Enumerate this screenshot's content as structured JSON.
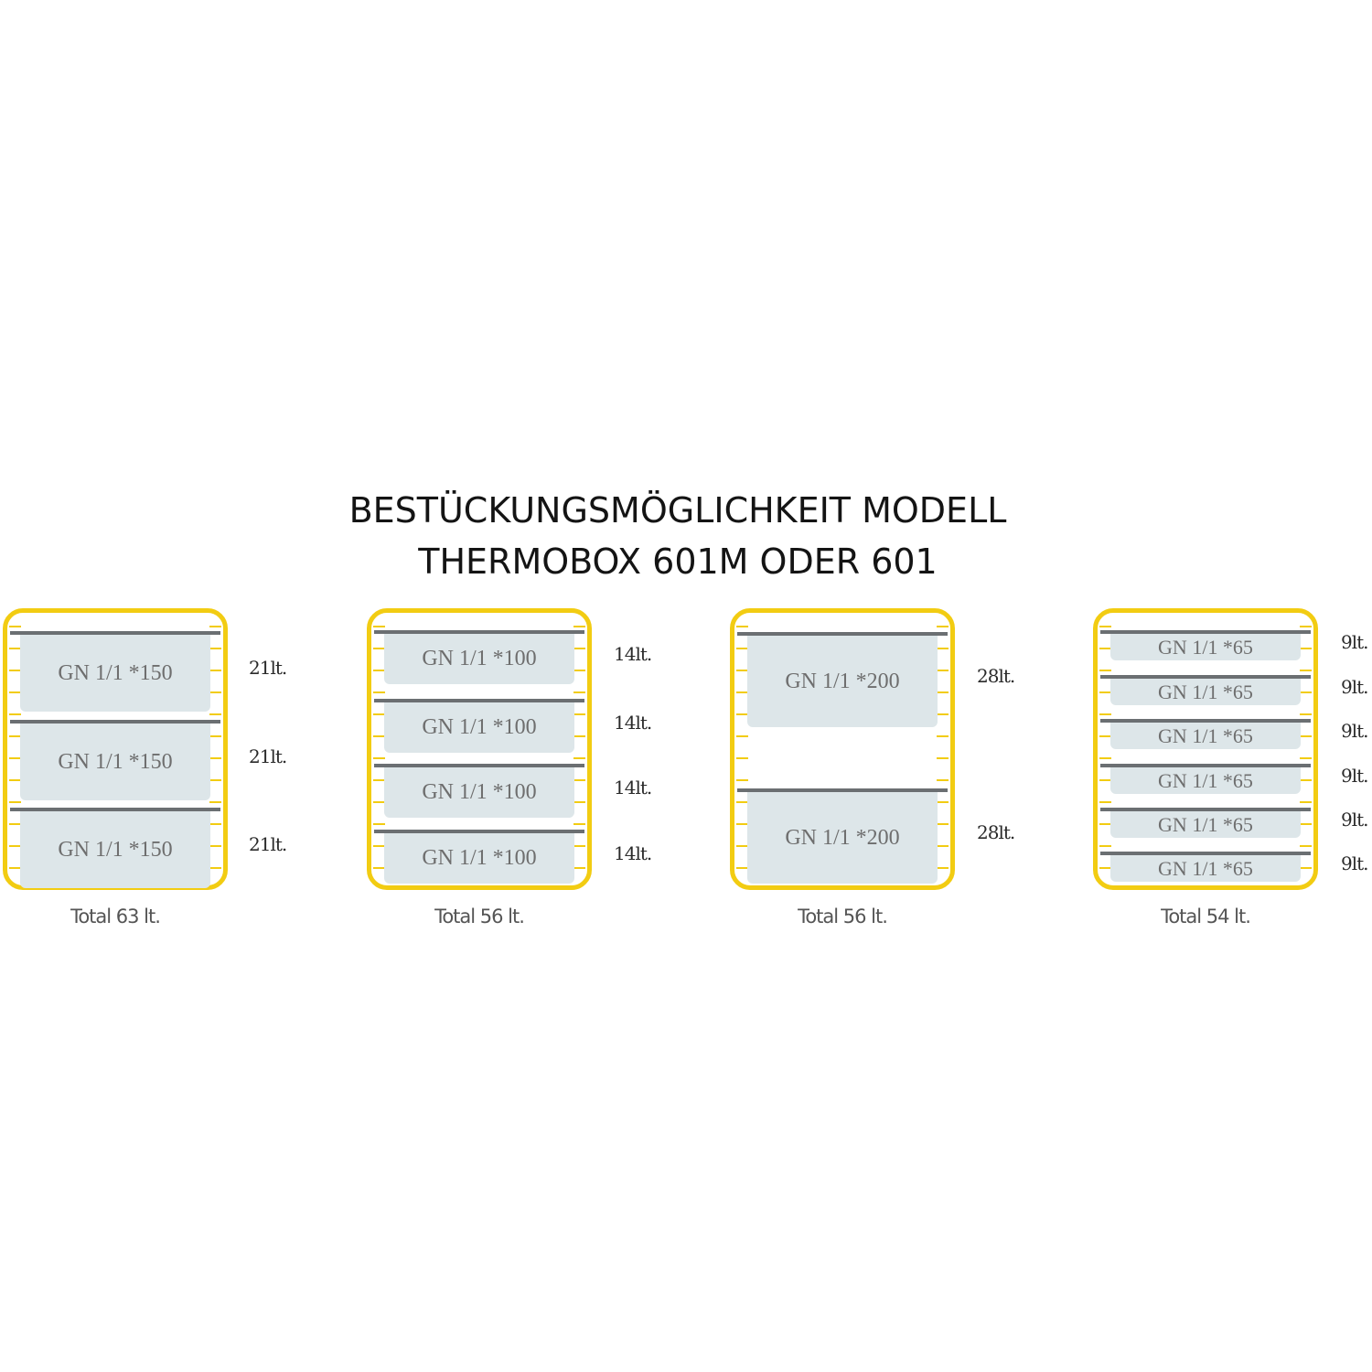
{
  "title": {
    "line1": "BESTÜCKUNGSMÖGLICHKEIT MODELL",
    "line2": "THERMOBOX 601M ODER 601"
  },
  "colors": {
    "frame": "#f2cc12",
    "rail": "#6b6f72",
    "pan": "#dde6e9"
  },
  "configs": [
    {
      "total": "Total 63 lt.",
      "pans": [
        {
          "label": "GN 1/1 *150",
          "volume": "21lt."
        },
        {
          "label": "GN 1/1 *150",
          "volume": "21lt."
        },
        {
          "label": "GN 1/1 *150",
          "volume": "21lt."
        }
      ]
    },
    {
      "total": "Total 56 lt.",
      "pans": [
        {
          "label": "GN 1/1 *100",
          "volume": "14lt."
        },
        {
          "label": "GN 1/1 *100",
          "volume": "14lt."
        },
        {
          "label": "GN 1/1 *100",
          "volume": "14lt."
        },
        {
          "label": "GN 1/1 *100",
          "volume": "14lt."
        }
      ]
    },
    {
      "total": "Total 56 lt.",
      "pans": [
        {
          "label": "GN 1/1 *200",
          "volume": "28lt."
        },
        {
          "label": "GN 1/1 *200",
          "volume": "28lt."
        }
      ]
    },
    {
      "total": "Total 54 lt.",
      "pans": [
        {
          "label": "GN 1/1 *65",
          "volume": "9lt."
        },
        {
          "label": "GN 1/1 *65",
          "volume": "9lt."
        },
        {
          "label": "GN 1/1 *65",
          "volume": "9lt."
        },
        {
          "label": "GN 1/1 *65",
          "volume": "9lt."
        },
        {
          "label": "GN 1/1 *65",
          "volume": "9lt."
        },
        {
          "label": "GN 1/1 *65",
          "volume": "9lt."
        }
      ]
    }
  ]
}
